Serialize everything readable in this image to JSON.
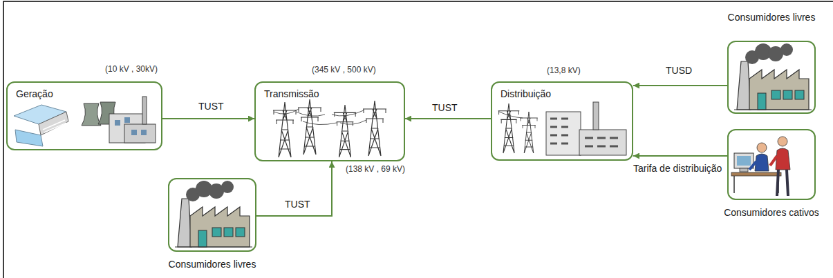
{
  "diagram": {
    "nodes": [
      {
        "text": [
          "Geração"
        ]
      },
      {
        "text": [
          "Transmissão"
        ]
      },
      {
        "text": [
          "Distribuição"
        ]
      },
      {
        "text": [
          "Consumidores livres"
        ]
      },
      {
        "text": [
          "Consumidores cativos"
        ]
      },
      {
        "text": [
          "Consumidores livres"
        ]
      }
    ],
    "edges": [
      {
        "from": 0,
        "to": 1,
        "arrow": "to",
        "label": "TUST"
      },
      {
        "from": 2,
        "to": 1,
        "arrow": "to",
        "label": "TUST"
      },
      {
        "from": 3,
        "to": 2,
        "arrow": "to",
        "label": "TUSD"
      },
      {
        "from": 4,
        "to": 2,
        "arrow": "to",
        "label": "Tarifa de distribuição"
      },
      {
        "from": 5,
        "to": 1,
        "arrow": "to",
        "label": "TUST"
      }
    ],
    "labels": [
      "(10 kV , 30kV)",
      "(345 kV , 500 kV)",
      "(138 kV , 69 kV)",
      "(13,8 kV)"
    ]
  }
}
